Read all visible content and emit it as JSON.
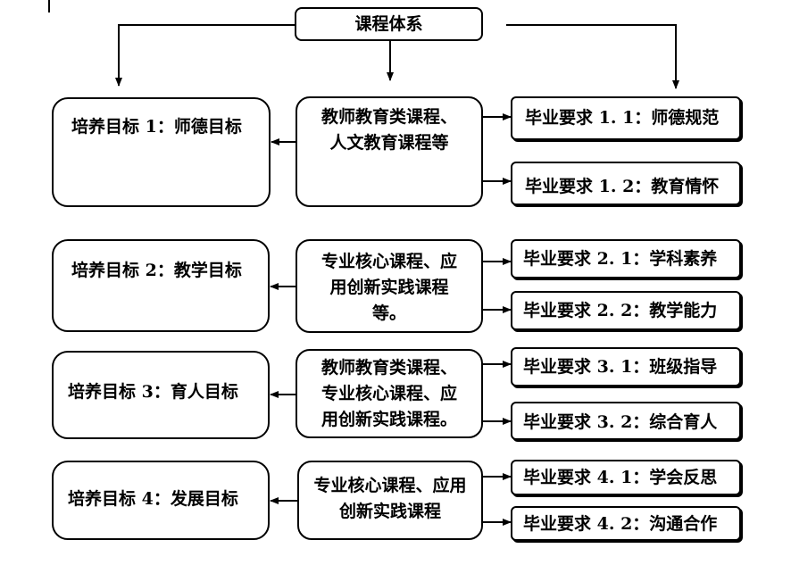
{
  "diagram": {
    "root": "课程体系",
    "rows": [
      {
        "goal": "培养目标 1：师德目标",
        "courses": [
          "教师教育类课程、",
          "人文教育课程等"
        ],
        "reqs": [
          "毕业要求 1. 1：师德规范",
          "毕业要求 1. 2：教育情怀"
        ]
      },
      {
        "goal": "培养目标 2：教学目标",
        "courses": [
          "专业核心课程、应",
          "用创新实践课程",
          "等。"
        ],
        "reqs": [
          "毕业要求 2. 1：学科素养",
          "毕业要求 2. 2：教学能力"
        ]
      },
      {
        "goal": "培养目标 3：育人目标",
        "courses": [
          "教师教育类课程、",
          "专业核心课程、应",
          "用创新实践课程。"
        ],
        "reqs": [
          "毕业要求 3. 1：班级指导",
          "毕业要求 3. 2：综合育人"
        ]
      },
      {
        "goal": "培养目标 4：发展目标",
        "courses": [
          "专业核心课程、应用",
          "创新实践课程"
        ],
        "reqs": [
          "毕业要求 4. 1：学会反思",
          "毕业要求 4. 2：沟通合作"
        ]
      }
    ]
  }
}
